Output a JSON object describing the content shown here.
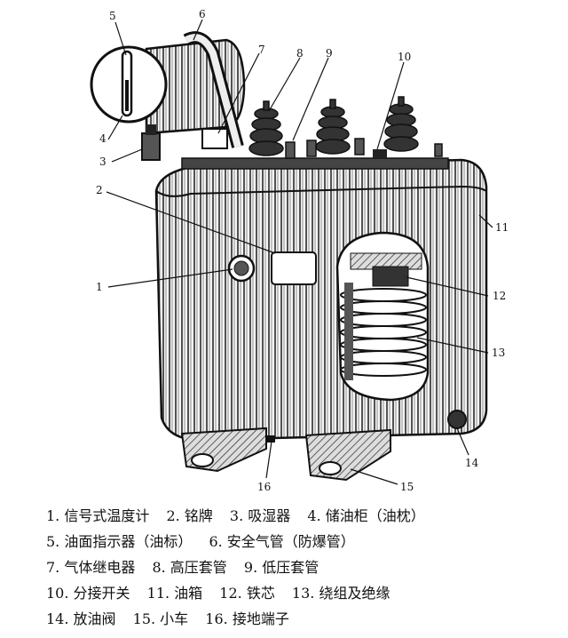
{
  "callouts": [
    {
      "id": "1",
      "label": "1"
    },
    {
      "id": "2",
      "label": "2"
    },
    {
      "id": "3",
      "label": "3"
    },
    {
      "id": "4",
      "label": "4"
    },
    {
      "id": "5",
      "label": "5"
    },
    {
      "id": "6",
      "label": "6"
    },
    {
      "id": "7",
      "label": "7"
    },
    {
      "id": "8",
      "label": "8"
    },
    {
      "id": "9",
      "label": "9"
    },
    {
      "id": "10",
      "label": "10"
    },
    {
      "id": "11",
      "label": "11"
    },
    {
      "id": "12",
      "label": "12"
    },
    {
      "id": "13",
      "label": "13"
    },
    {
      "id": "14",
      "label": "14"
    },
    {
      "id": "15",
      "label": "15"
    },
    {
      "id": "16",
      "label": "16"
    }
  ],
  "legend": [
    [
      "1. 信号式温度计",
      "2. 铭牌",
      "3. 吸湿器",
      "4. 储油柜（油枕）"
    ],
    [
      "5. 油面指示器（油标）",
      "6. 安全气管（防爆管）"
    ],
    [
      "7. 气体继电器",
      "8. 高压套管",
      "9. 低压套管"
    ],
    [
      "10. 分接开关",
      "11. 油箱",
      "12. 铁芯",
      "13. 绕组及绝缘"
    ],
    [
      "14. 放油阀",
      "15. 小车",
      "16. 接地端子"
    ]
  ]
}
